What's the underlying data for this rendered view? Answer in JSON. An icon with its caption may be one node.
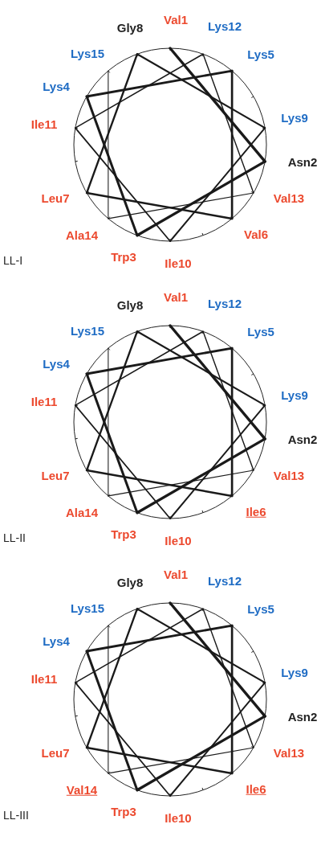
{
  "diagram": {
    "labels": [
      "Val1",
      "Lys12",
      "Lys5",
      "Lys9",
      "Asn2",
      "Val13",
      "Val6",
      "Ile10",
      "Trp3",
      "Ala14",
      "Leu7",
      "Ile11",
      "Lys4",
      "Lys15",
      "Gly8",
      "LL-I",
      "Val1",
      "Lys12",
      "Lys5",
      "Lys9",
      "Asn2",
      "Val13",
      "Ile6",
      "Ile10",
      "Trp3",
      "Ala14",
      "Leu7",
      "Ile11",
      "Lys4",
      "Lys15",
      "Gly8",
      "LL-II",
      "Val1",
      "Lys12",
      "Lys5",
      "Lys9",
      "Asn2",
      "Val13",
      "Ile6",
      "Ile10",
      "Trp3",
      "Val14",
      "Leu7",
      "Ile11",
      "Lys4",
      "Lys15",
      "Gly8",
      "LL-III"
    ]
  }
}
